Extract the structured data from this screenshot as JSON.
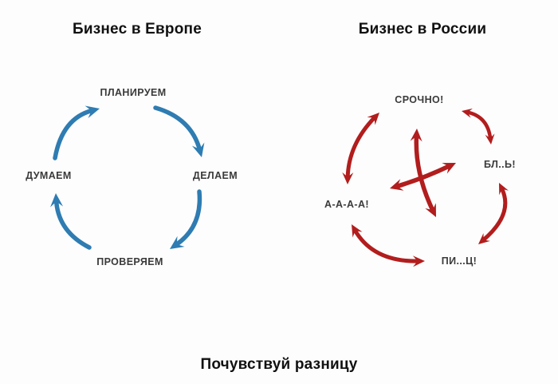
{
  "europe": {
    "title": "Бизнес в Европе",
    "steps": {
      "plan": "ПЛАНИРУЕМ",
      "do": "ДЕЛАЕМ",
      "check": "ПРОВЕРЯЕМ",
      "think": "ДУМАЕМ"
    }
  },
  "russia": {
    "title": "Бизнес в России",
    "exclamations": {
      "urgent": "СРОЧНО!",
      "bl": "БЛ..Ь!",
      "aaaa": "А-А-А-А!",
      "pts": "ПИ...Ц!"
    }
  },
  "caption": "Почувствуй разницу",
  "colors": {
    "europe_arrow": "#2e7cb2",
    "russia_arrow": "#b21d1d",
    "title_text": "#111111",
    "label_text": "#3a3a3a",
    "background": "#fdfdfd"
  }
}
